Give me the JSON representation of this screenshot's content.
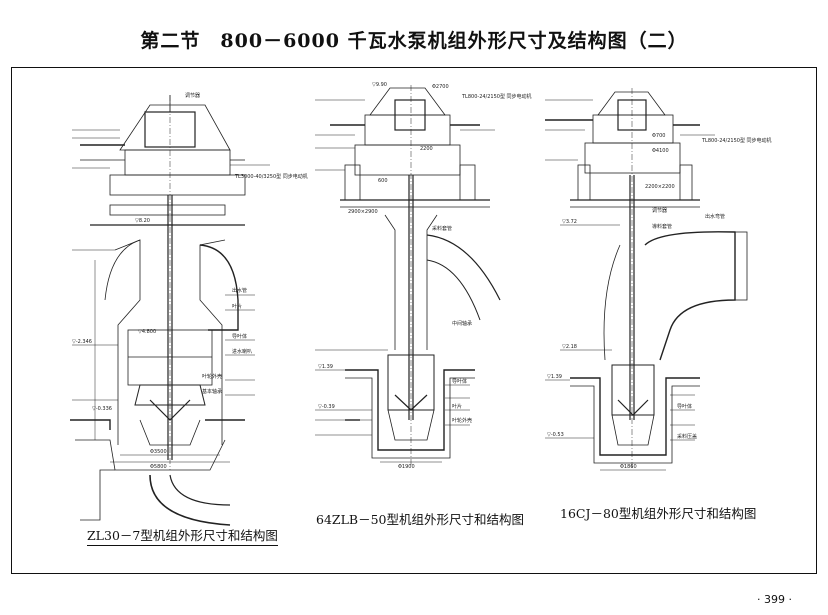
{
  "page": {
    "title": "第二节　800－6000 千瓦水泵机组外形尺寸及结构图（二）",
    "page_number": "· 399 ·"
  },
  "figures": {
    "zl30": {
      "caption": "ZL30－7型机组外形尺寸和结构图",
      "motor_label": "TL3000-40/3250型 同步电动机",
      "labels": [
        "调节器",
        "出水管",
        "叶片",
        "导叶体",
        "进水喇叭",
        "叶轮外壳",
        "基本轴承",
        "▽-0.336",
        "▽-2.346",
        "▽4.800",
        "▽8.20",
        "Φ3500",
        "Φ5800"
      ]
    },
    "zlb64": {
      "caption": "64ZLB－50型机组外形尺寸和结构图",
      "motor_label": "TL800-24/2150型 同步电动机",
      "labels": [
        "▽9.90",
        "Φ2700",
        "2200",
        "600",
        "2900×2900",
        "采料套管",
        "中间轴承",
        "叶片",
        "导叶体",
        "叶轮外壳",
        "Φ1900",
        "▽1.39",
        "▽-0.39"
      ]
    },
    "cj16": {
      "caption": "16CJ－80型机组外形尺寸和结构图",
      "motor_label": "TL800-24/2150型 同步电动机",
      "labels": [
        "Φ700",
        "Φ4100",
        "2200×2200",
        "调节器",
        "出水弯管",
        "導料套管",
        "▽3.72",
        "▽2.18",
        "▽1.39",
        "▽-0.53",
        "Φ1860",
        "导叶体",
        "采料压盖"
      ]
    }
  }
}
